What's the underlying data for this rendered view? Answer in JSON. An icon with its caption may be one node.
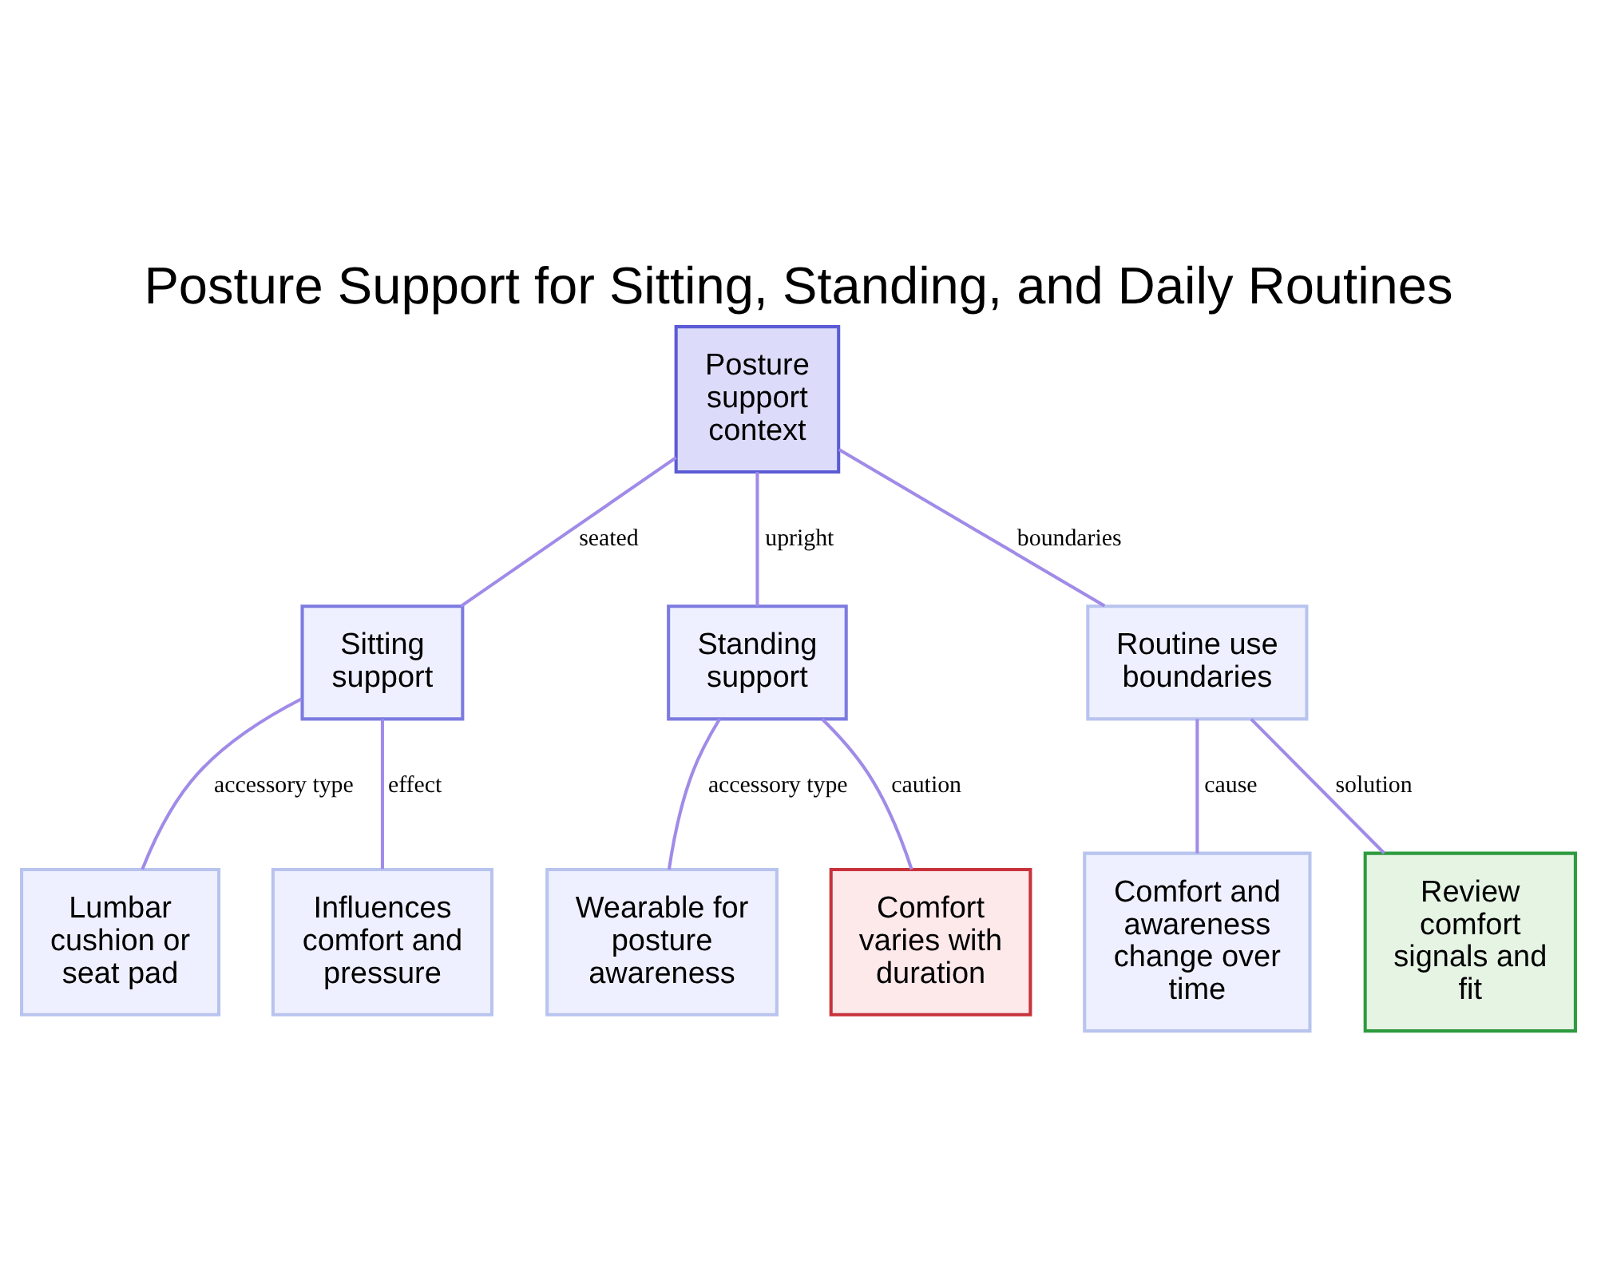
{
  "diagram": {
    "title": "Posture Support for Sitting, Standing, and Daily Routines",
    "nodes": [
      {
        "text": [
          "Posture support context"
        ]
      },
      {
        "text": [
          "Sitting support"
        ]
      },
      {
        "text": [
          "Standing support"
        ]
      },
      {
        "text": [
          "Routine use boundaries"
        ]
      },
      {
        "text": [
          "Lumbar cushion or seat pad"
        ]
      },
      {
        "text": [
          "Influences comfort and pressure"
        ]
      },
      {
        "text": [
          "Wearable for posture awareness"
        ]
      },
      {
        "text": [
          "Comfort varies with duration"
        ]
      },
      {
        "text": [
          "Comfort and awareness change over time"
        ]
      },
      {
        "text": [
          "Review comfort signals and fit"
        ]
      }
    ],
    "edges": [
      {
        "from": 0,
        "to": 1,
        "arrow": "none",
        "label": "seated"
      },
      {
        "from": 0,
        "to": 2,
        "arrow": "none",
        "label": "upright"
      },
      {
        "from": 0,
        "to": 3,
        "arrow": "none",
        "label": "boundaries"
      },
      {
        "from": 1,
        "to": 4,
        "arrow": "none",
        "label": "accessory type"
      },
      {
        "from": 1,
        "to": 5,
        "arrow": "none",
        "label": "effect"
      },
      {
        "from": 2,
        "to": 6,
        "arrow": "none",
        "label": "accessory type"
      },
      {
        "from": 2,
        "to": 7,
        "arrow": "none",
        "label": "caution"
      },
      {
        "from": 3,
        "to": 8,
        "arrow": "none",
        "label": "cause"
      },
      {
        "from": 3,
        "to": 9,
        "arrow": "none",
        "label": "solution"
      }
    ]
  }
}
